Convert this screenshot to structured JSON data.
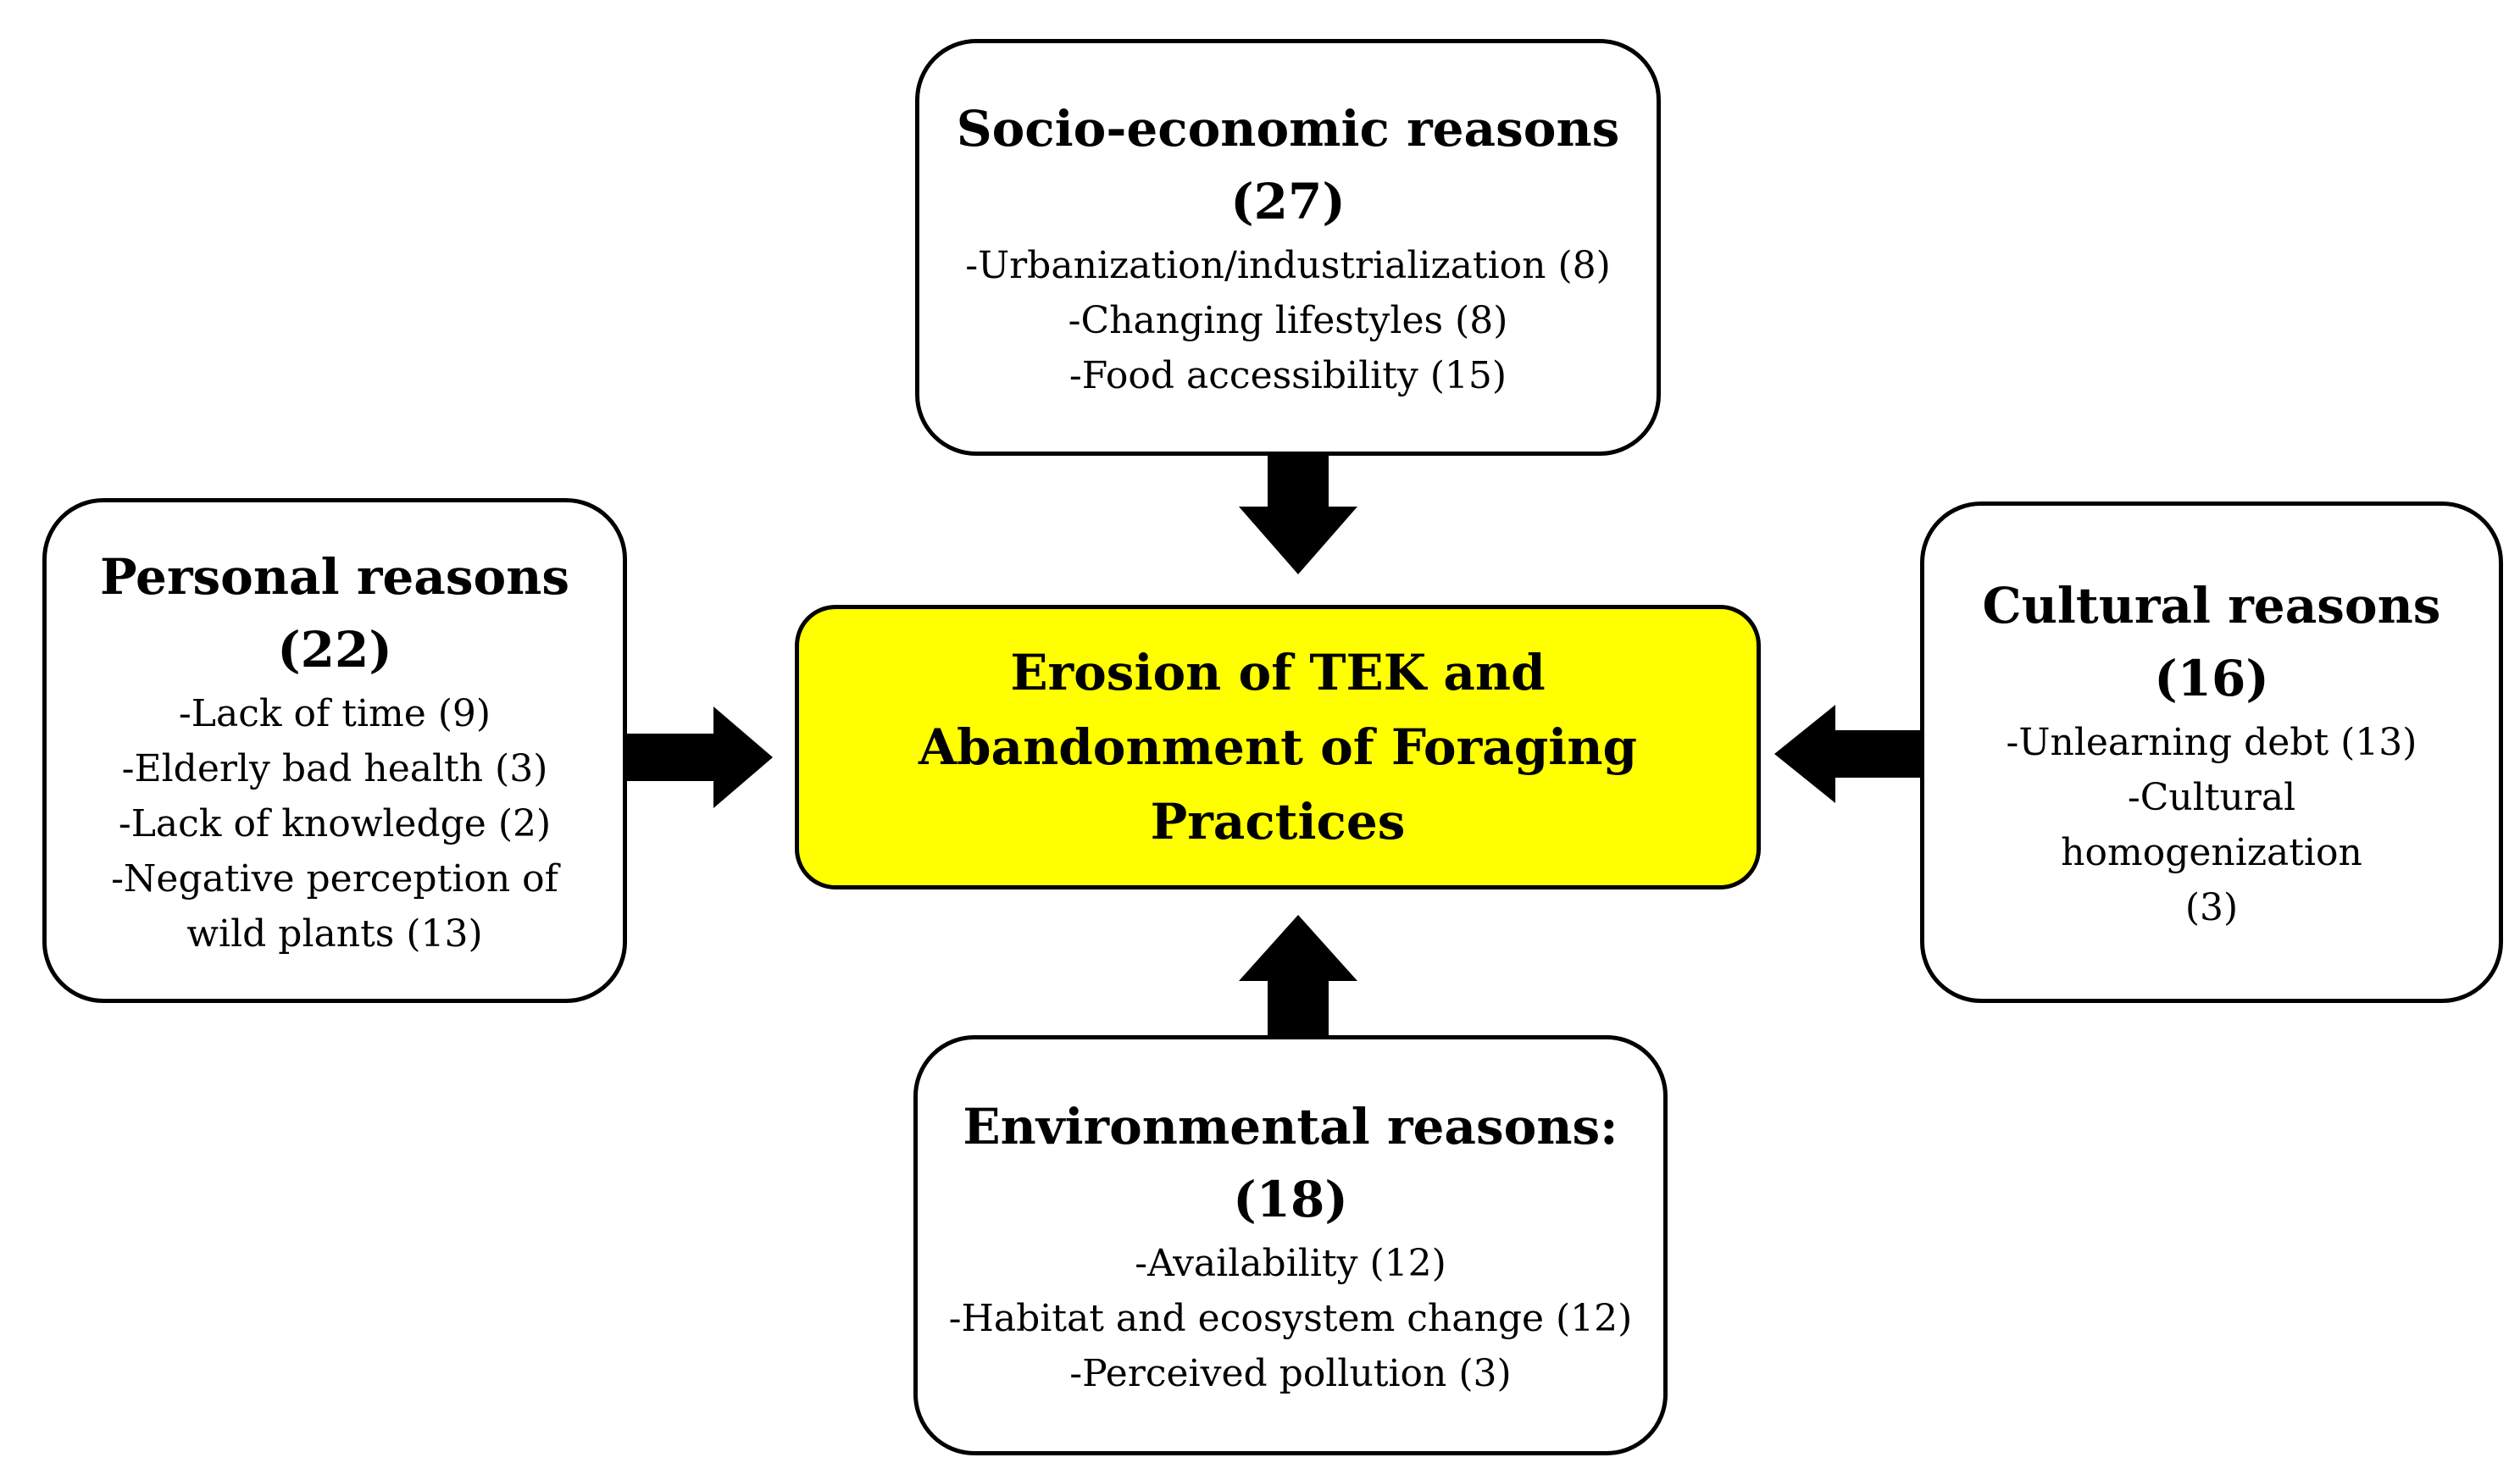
{
  "center": {
    "text": "Erosion of TEK and Abandonment of Foraging Practices",
    "color": "#ffff00"
  },
  "boxes": {
    "socio_economic": {
      "title": "Socio-economic reasons",
      "count": "(27)",
      "items": [
        "-Urbanization/industrialization (8)",
        "-Changing lifestyles (8)",
        "-Food accessibility (15)"
      ]
    },
    "personal": {
      "title": "Personal reasons",
      "count": "(22)",
      "items": [
        "-Lack of time (9)",
        "-Elderly bad health (3)",
        "-Lack of knowledge (2)",
        "-Negative perception of",
        "wild plants (13)"
      ]
    },
    "cultural": {
      "title": "Cultural reasons",
      "count": "(16)",
      "items": [
        "-Unlearning debt (13)",
        "-Cultural",
        "homogenization",
        "(3)"
      ]
    },
    "environmental": {
      "title": "Environmental reasons:",
      "count": "(18)",
      "items": [
        "-Availability (12)",
        "-Habitat and ecosystem change (12)",
        "-Perceived pollution (3)"
      ]
    }
  }
}
